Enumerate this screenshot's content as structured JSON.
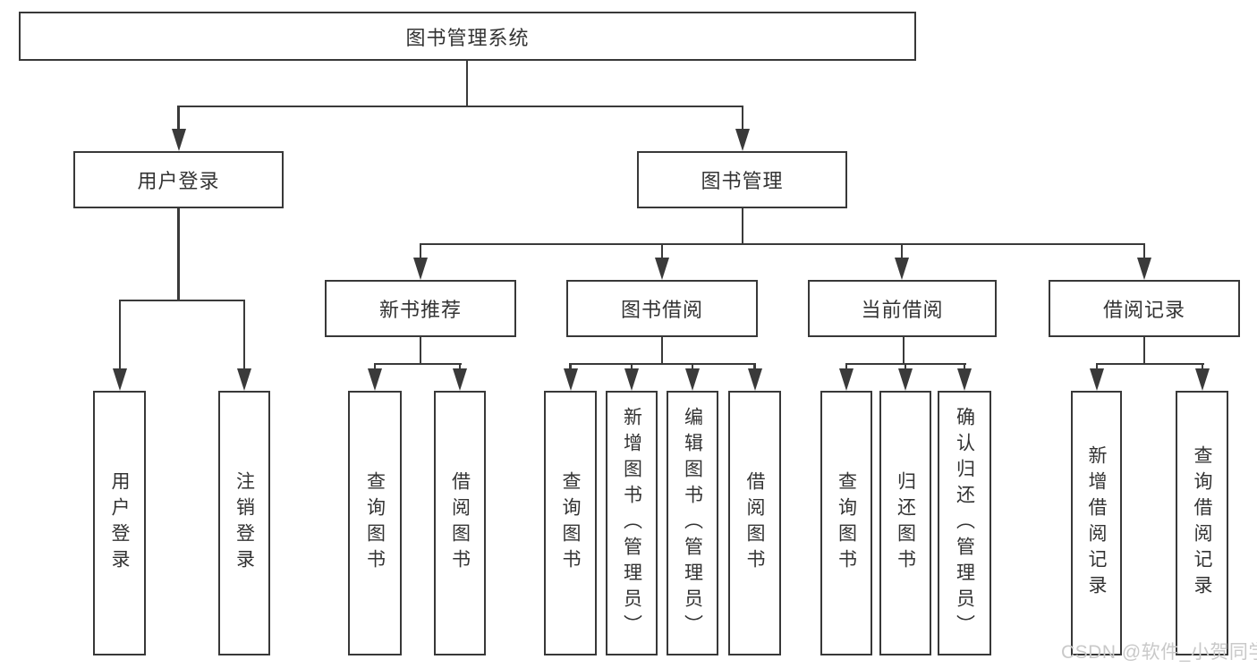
{
  "diagram_title": "图书管理系统",
  "colors": {
    "background": "#ffffff",
    "line": "#3a3a3a",
    "box_border": "#383838",
    "text": "#333333",
    "watermark_text_color": "#c9c9c9"
  },
  "watermark": "CSDN @软件_小贺同学",
  "tree": {
    "root": "图书管理系统",
    "children": [
      {
        "label": "用户登录",
        "children": [
          "用户登录",
          "注销登录"
        ]
      },
      {
        "label": "图书管理",
        "children": [
          {
            "label": "新书推荐",
            "children": [
              "查询图书",
              "借阅图书"
            ]
          },
          {
            "label": "图书借阅",
            "children": [
              "查询图书",
              "新增图书（管理员）",
              "编辑图书（管理员）",
              "借阅图书"
            ]
          },
          {
            "label": "当前借阅",
            "children": [
              "查询图书",
              "归还图书",
              "确认归还（管理员）"
            ]
          },
          {
            "label": "借阅记录",
            "children": [
              "新增借阅记录",
              "查询借阅记录"
            ]
          }
        ]
      }
    ]
  }
}
